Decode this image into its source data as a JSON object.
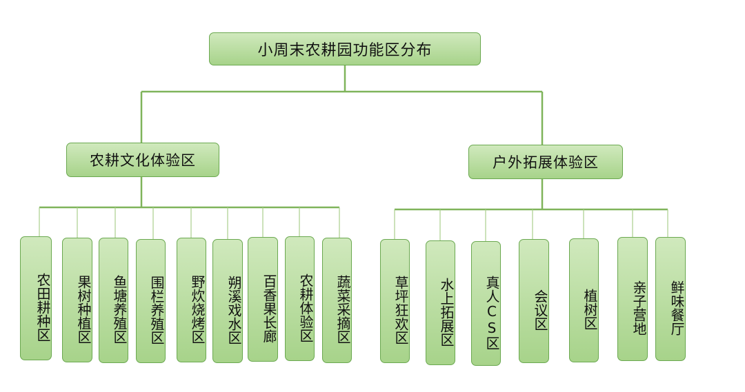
{
  "root": {
    "label": "小周末农耕园功能区分布"
  },
  "branches": [
    {
      "label": "农耕文化体验区",
      "children": [
        "农田耕种区",
        "果树种植区",
        "鱼塘养殖区",
        "围栏养殖区",
        "野炊烧烤区",
        "朔溪戏水区",
        "百香果长廊",
        "农耕体验区",
        "蔬菜采摘区"
      ]
    },
    {
      "label": "户外拓展体验区",
      "children": [
        "草坪狂欢区",
        "水上拓展区",
        "真人CS区",
        "会议区",
        "植树区",
        "亲子营地",
        "鲜味餐厅"
      ]
    }
  ],
  "colors": {
    "box_fill": "#b9dc9f",
    "box_border": "#6aa84f",
    "connector": "#7fb45a"
  }
}
